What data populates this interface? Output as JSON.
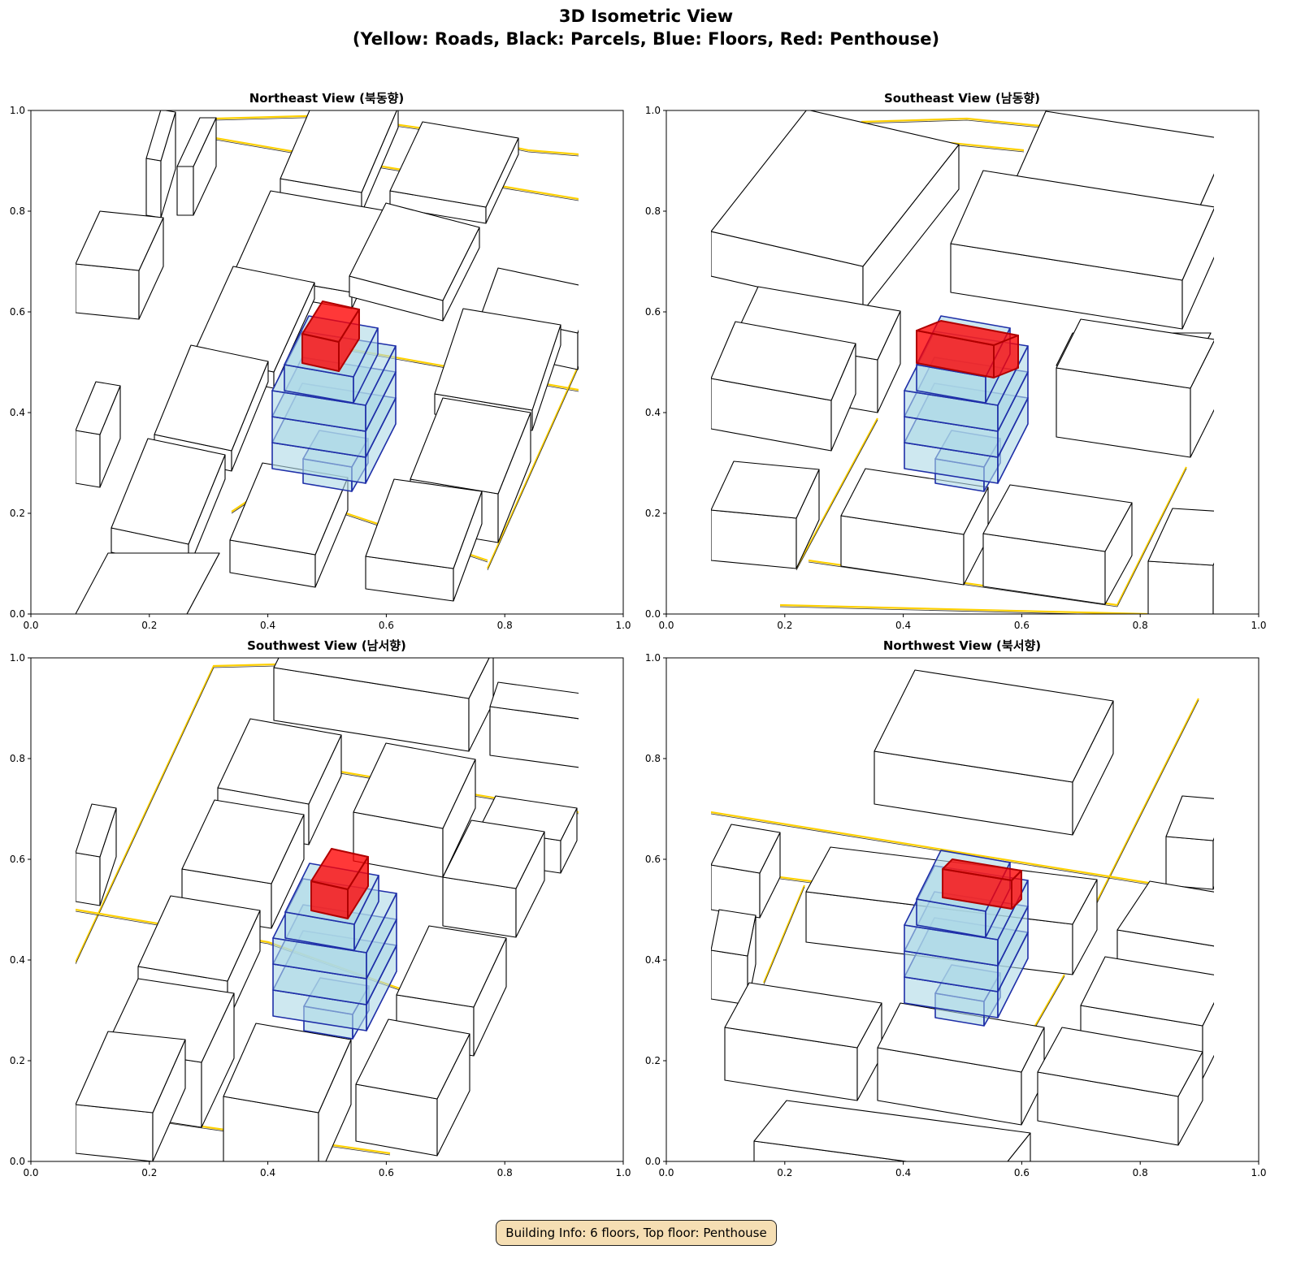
{
  "title": {
    "line1": "3D Isometric View",
    "line2": "(Yellow: Roads, Black: Parcels, Blue: Floors, Red: Penthouse)"
  },
  "legend_colors": {
    "roads": "#ffd000",
    "parcels": "#000000",
    "floors_fill": "#add8e6",
    "floors_edge": "#1f2fa8",
    "penthouse_fill": "#ff0000",
    "penthouse_edge": "#b00000"
  },
  "axes": {
    "x_ticks": [
      "0.0",
      "0.2",
      "0.4",
      "0.6",
      "0.8",
      "1.0"
    ],
    "y_ticks": [
      "0.0",
      "0.2",
      "0.4",
      "0.6",
      "0.8",
      "1.0"
    ]
  },
  "panels": [
    {
      "title": "Northeast View (북동향)"
    },
    {
      "title": "Southeast View (남동향)"
    },
    {
      "title": "Southwest View (남서향)"
    },
    {
      "title": "Northwest View (북서향)"
    }
  ],
  "building_info": {
    "text": "Building Info: 6 floors, Top floor: Penthouse",
    "floors": 6,
    "top_floor": "Penthouse"
  }
}
